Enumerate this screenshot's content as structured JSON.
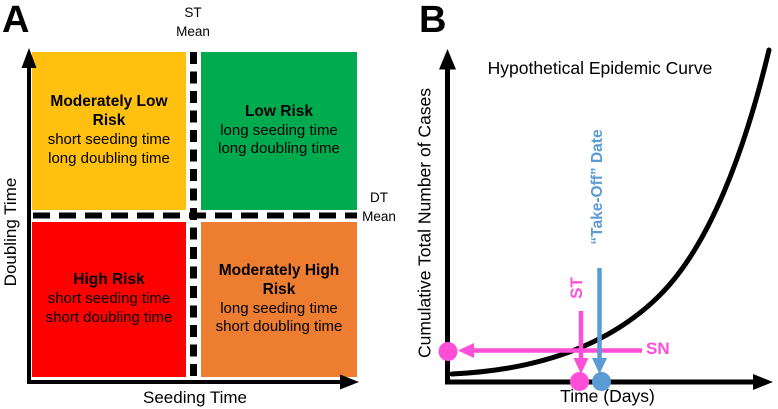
{
  "figure": {
    "panel_a": {
      "label": "A",
      "st_mean": {
        "line1": "ST",
        "line2": "Mean"
      },
      "dt_mean": {
        "line1": "DT",
        "line2": "Mean"
      },
      "y_axis_label": "Doubling Time",
      "x_axis_label": "Seeding Time",
      "quadrants": [
        {
          "position": "top-left",
          "title": "Moderately Low Risk",
          "desc1": "short seeding time",
          "desc2": "long doubling time",
          "color": "#FFC010"
        },
        {
          "position": "top-right",
          "title": "Low Risk",
          "desc1": "long seeding time",
          "desc2": "long doubling time",
          "color": "#00AB4F"
        },
        {
          "position": "bottom-left",
          "title": "High Risk",
          "desc1": "short seeding time",
          "desc2": "short doubling time",
          "color": "#FF0000"
        },
        {
          "position": "bottom-right",
          "title": "Moderately High Risk",
          "desc1": "long seeding time",
          "desc2": "short doubling time",
          "color": "#ED7D31"
        }
      ]
    },
    "panel_b": {
      "label": "B",
      "title": "Hypothetical Epidemic Curve",
      "y_axis_label": "Cumulative Total Number of Cases",
      "x_axis_label": "Time (Days)",
      "takeoff_label": "“Take-Off” Date",
      "takeoff_color": "#5B9BD5",
      "st_label": "ST",
      "sn_label": "SN",
      "annotation_pink_color": "#FF4FD9",
      "curve_color": "#000000"
    }
  }
}
